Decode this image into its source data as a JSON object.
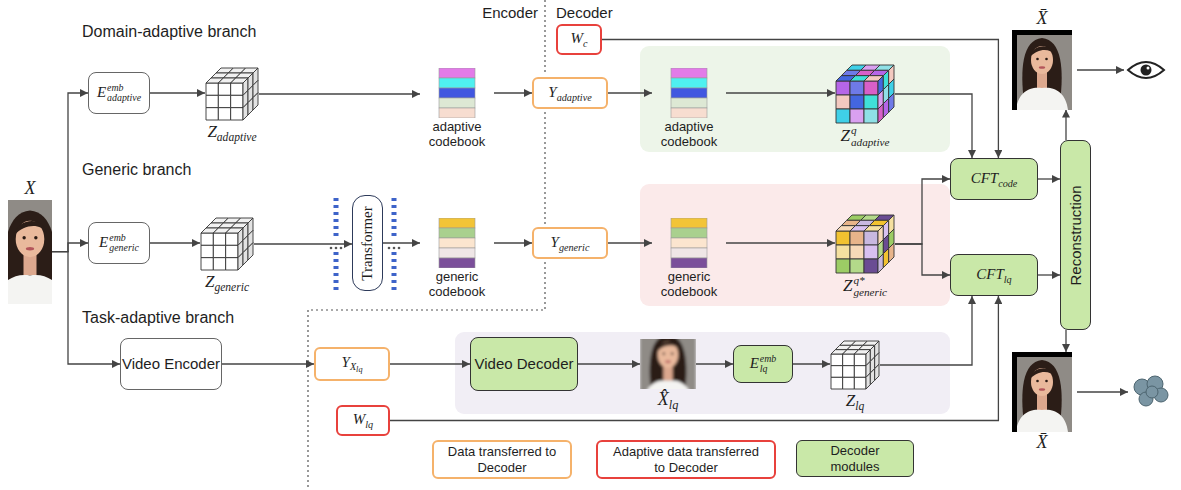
{
  "diagram": {
    "nodes": [
      {
        "text": [
          "X"
        ]
      },
      {
        "text": [
          "Domain-adaptive branch"
        ]
      },
      {
        "text": [
          "Eembadaptive"
        ],
        "in": 1
      },
      {
        "text": [
          "Zadaptive"
        ],
        "in": 1
      },
      {
        "text": [
          "adaptive codebook"
        ],
        "in": 1
      },
      {
        "text": [
          "Wc"
        ]
      },
      {
        "text": [
          "Yadaptive"
        ]
      },
      {
        "text": [
          "adaptive codebook"
        ]
      },
      {
        "text": [
          "Zqadaptive"
        ]
      },
      {
        "text": [
          "Generic branch"
        ]
      },
      {
        "text": [
          "Eembgeneric"
        ],
        "in": 9
      },
      {
        "text": [
          "Zgeneric"
        ],
        "in": 9
      },
      {
        "text": [
          "Transformer"
        ],
        "in": 9
      },
      {
        "text": [
          "generic codebook"
        ],
        "in": 9
      },
      {
        "text": [
          "Ygeneric"
        ]
      },
      {
        "text": [
          "generic codebook"
        ]
      },
      {
        "text": [
          "Zq*generic"
        ]
      },
      {
        "text": [
          "Task-adaptive branch"
        ]
      },
      {
        "text": [
          "Video Encoder"
        ],
        "in": 17
      },
      {
        "text": [
          "YXlq"
        ]
      },
      {
        "text": [
          "Video Decoder"
        ]
      },
      {
        "text": [
          "X̂lq"
        ]
      },
      {
        "text": [
          "Eemblq"
        ]
      },
      {
        "text": [
          "Zlq"
        ]
      },
      {
        "text": [
          "Wlq"
        ]
      },
      {
        "text": [
          "CFTcode"
        ]
      },
      {
        "text": [
          "CFTlq"
        ]
      },
      {
        "text": [
          "Reconstruction"
        ]
      },
      {
        "text": [
          "X̄"
        ]
      },
      {
        "text": [
          "X̄"
        ]
      }
    ],
    "edges": [
      {
        "from": 0,
        "to": 2,
        "arrow": "to"
      },
      {
        "from": 0,
        "to": 10,
        "arrow": "to"
      },
      {
        "from": 0,
        "to": 18,
        "arrow": "to"
      },
      {
        "from": 2,
        "to": 3,
        "arrow": "to"
      },
      {
        "from": 3,
        "to": 4,
        "arrow": "to"
      },
      {
        "from": 4,
        "to": 6,
        "arrow": "to"
      },
      {
        "from": 6,
        "to": 7,
        "arrow": "to"
      },
      {
        "from": 7,
        "to": 8,
        "arrow": "to"
      },
      {
        "from": 8,
        "to": 25,
        "arrow": "to"
      },
      {
        "from": 5,
        "to": 25,
        "arrow": "to"
      },
      {
        "from": 10,
        "to": 11,
        "arrow": "to"
      },
      {
        "from": 11,
        "to": 12,
        "arrow": "to"
      },
      {
        "from": 12,
        "to": 13,
        "arrow": "to"
      },
      {
        "from": 13,
        "to": 14,
        "arrow": "to"
      },
      {
        "from": 14,
        "to": 15,
        "arrow": "to"
      },
      {
        "from": 15,
        "to": 16,
        "arrow": "to"
      },
      {
        "from": 16,
        "to": 25,
        "arrow": "to"
      },
      {
        "from": 16,
        "to": 26,
        "arrow": "to"
      },
      {
        "from": 18,
        "to": 19,
        "arrow": "to"
      },
      {
        "from": 19,
        "to": 20,
        "arrow": "to"
      },
      {
        "from": 20,
        "to": 21,
        "arrow": "to"
      },
      {
        "from": 21,
        "to": 22,
        "arrow": "to"
      },
      {
        "from": 22,
        "to": 23,
        "arrow": "to"
      },
      {
        "from": 23,
        "to": 26,
        "arrow": "to"
      },
      {
        "from": 24,
        "to": 26,
        "arrow": "to"
      },
      {
        "from": 25,
        "to": 27,
        "arrow": "to"
      },
      {
        "from": 26,
        "to": 27,
        "arrow": "to"
      },
      {
        "from": 27,
        "to": 28,
        "arrow": "to"
      },
      {
        "from": 27,
        "to": 29,
        "arrow": "to"
      }
    ],
    "labels": [
      "Encoder",
      "Decoder"
    ],
    "legend": [
      {
        "text": "Data transferred to Decoder",
        "color": "#f5b26b"
      },
      {
        "text": "Adaptive data transferred to Decoder",
        "color": "#e8413c"
      },
      {
        "text": "Decoder modules",
        "color": "#c9e8a8"
      }
    ]
  }
}
